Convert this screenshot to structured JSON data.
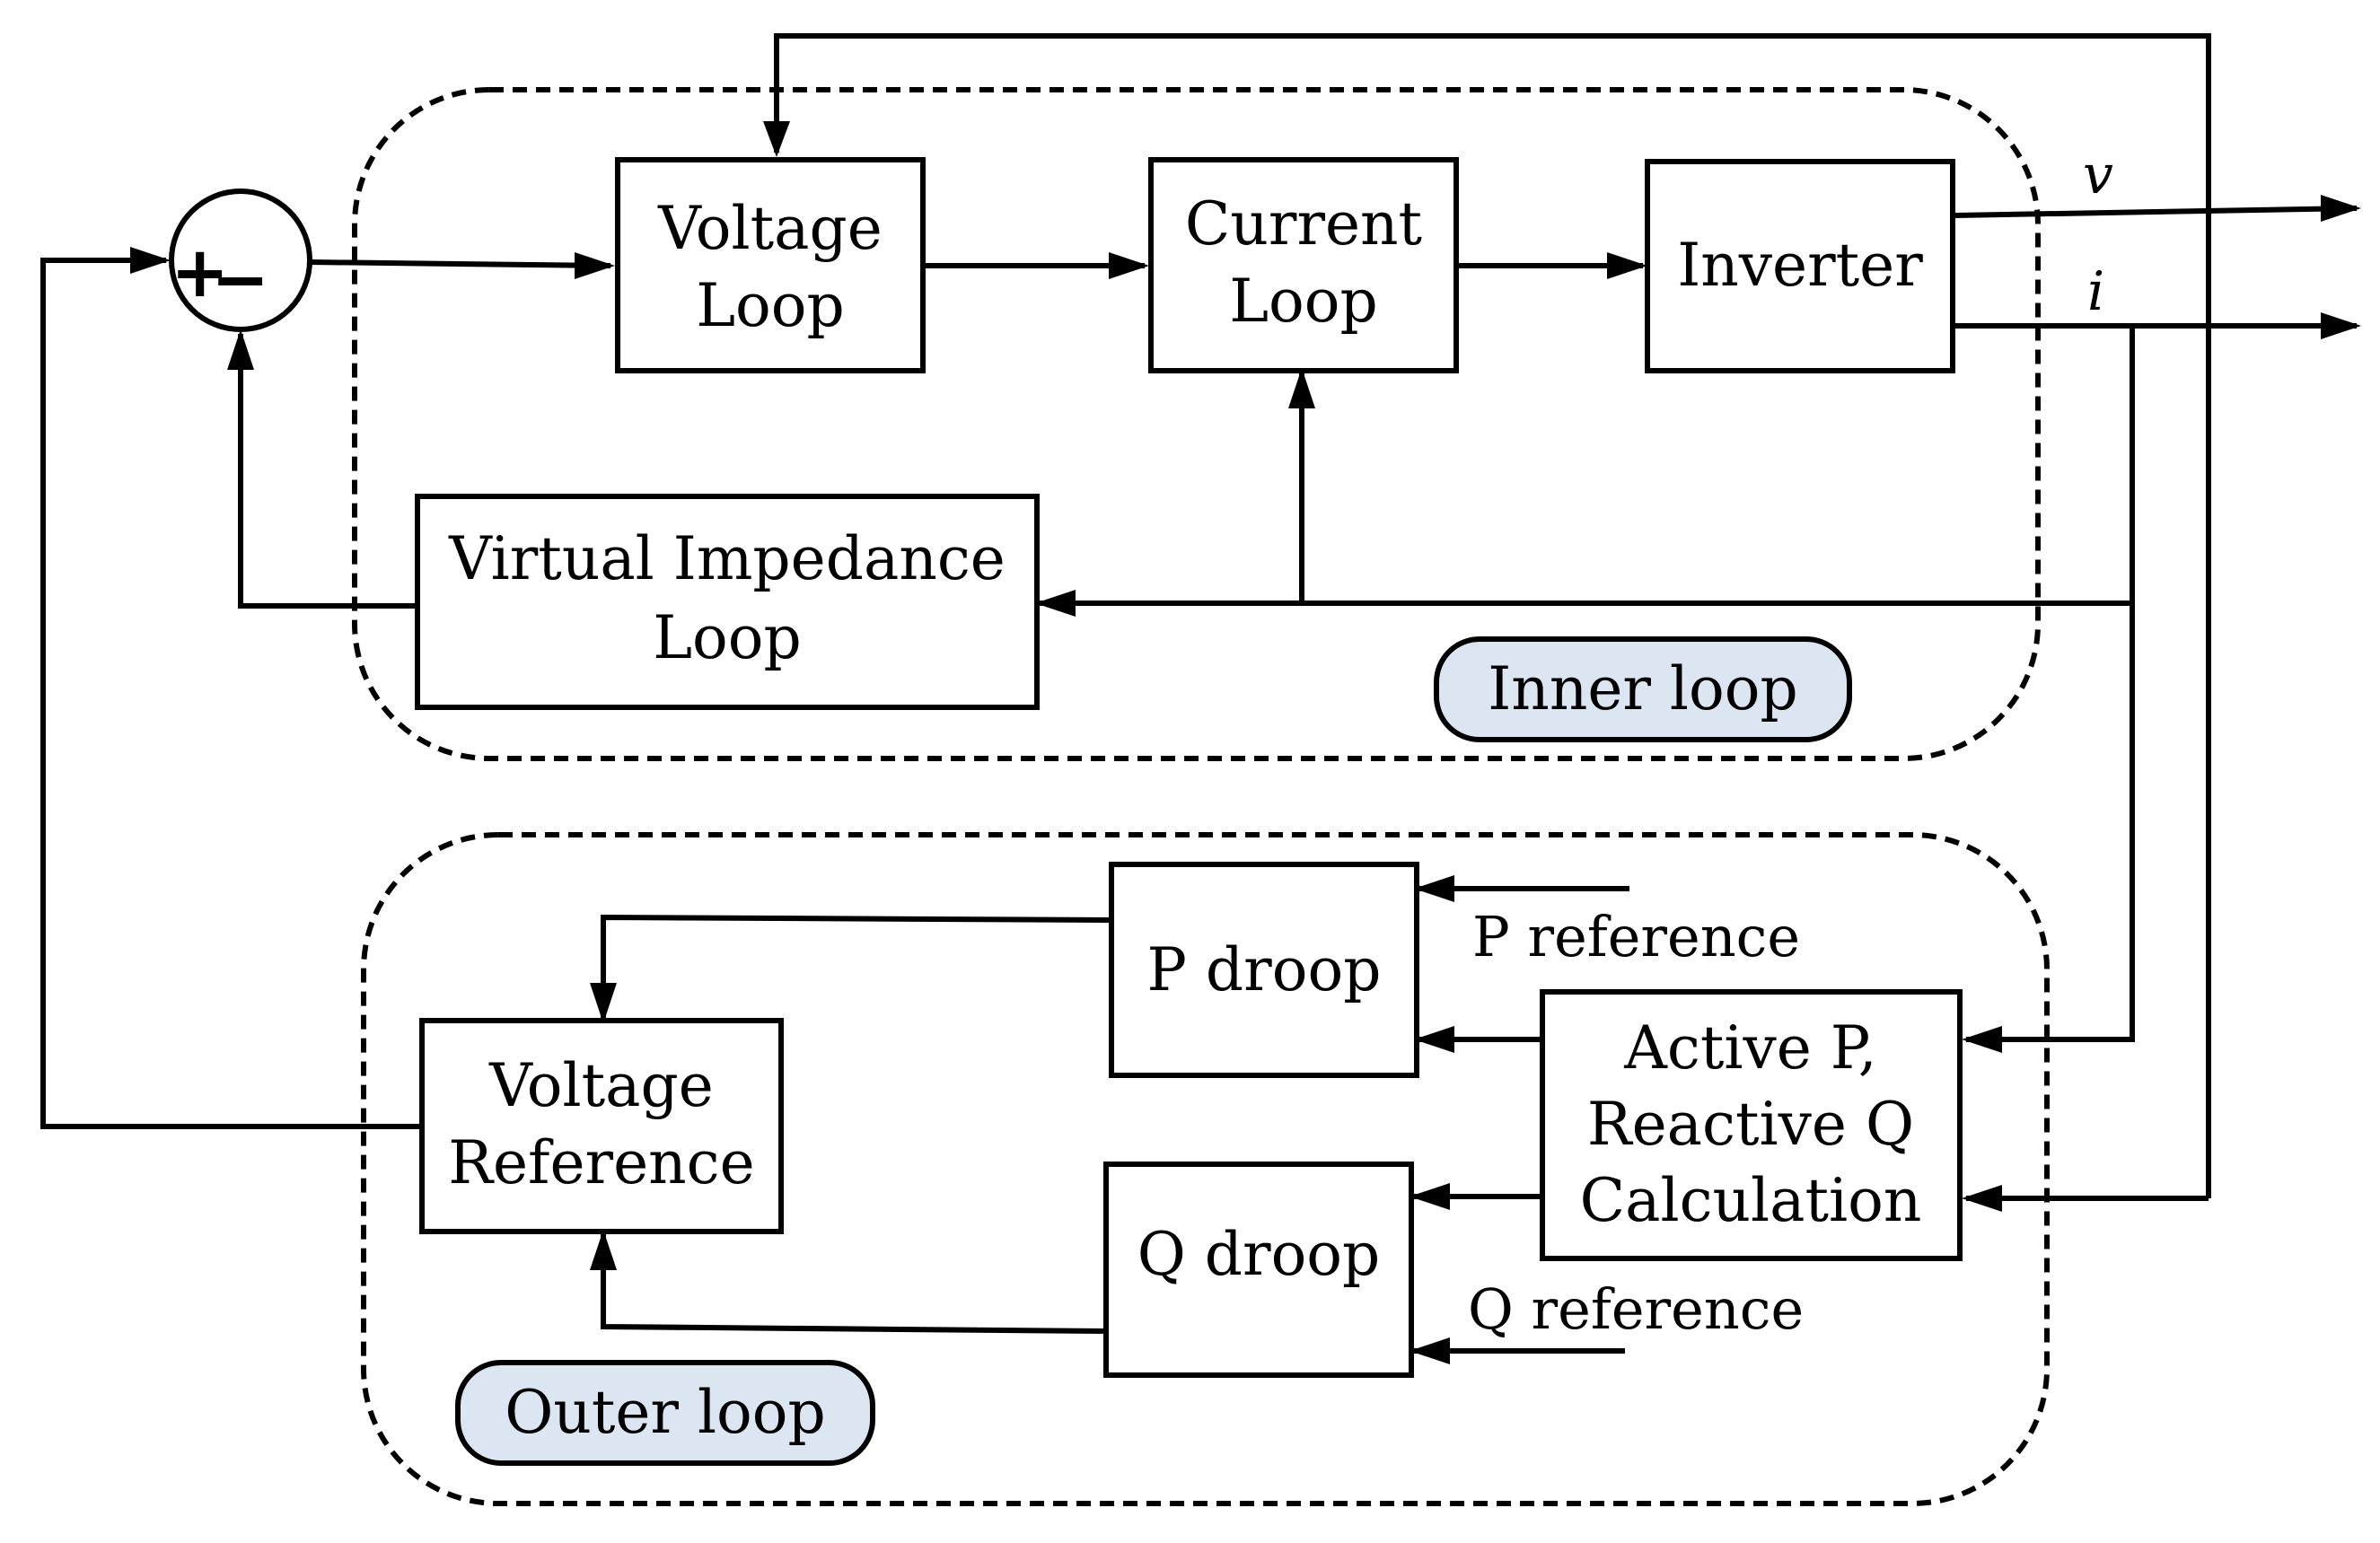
{
  "blocks": {
    "voltage_loop": [
      "Voltage",
      "Loop"
    ],
    "current_loop": [
      "Current",
      "Loop"
    ],
    "inverter": "Inverter",
    "virtual_impedance_loop": [
      "Virtual Impedance",
      "Loop"
    ],
    "p_droop": "P droop",
    "q_droop": "Q droop",
    "voltage_reference": [
      "Voltage",
      "Reference"
    ],
    "pq_calculation": [
      "Active P,",
      "Reactive Q",
      "Calculation"
    ]
  },
  "groups": {
    "inner": "Inner loop",
    "outer": "Outer loop"
  },
  "signals": {
    "voltage": "v",
    "current": "i",
    "p_reference": "P reference",
    "q_reference": "Q reference"
  },
  "summing_junction": {
    "plus": "+",
    "minus": "−"
  },
  "colors": {
    "line": "#000000",
    "pill_fill": "#dce6f2",
    "background": "#ffffff"
  }
}
